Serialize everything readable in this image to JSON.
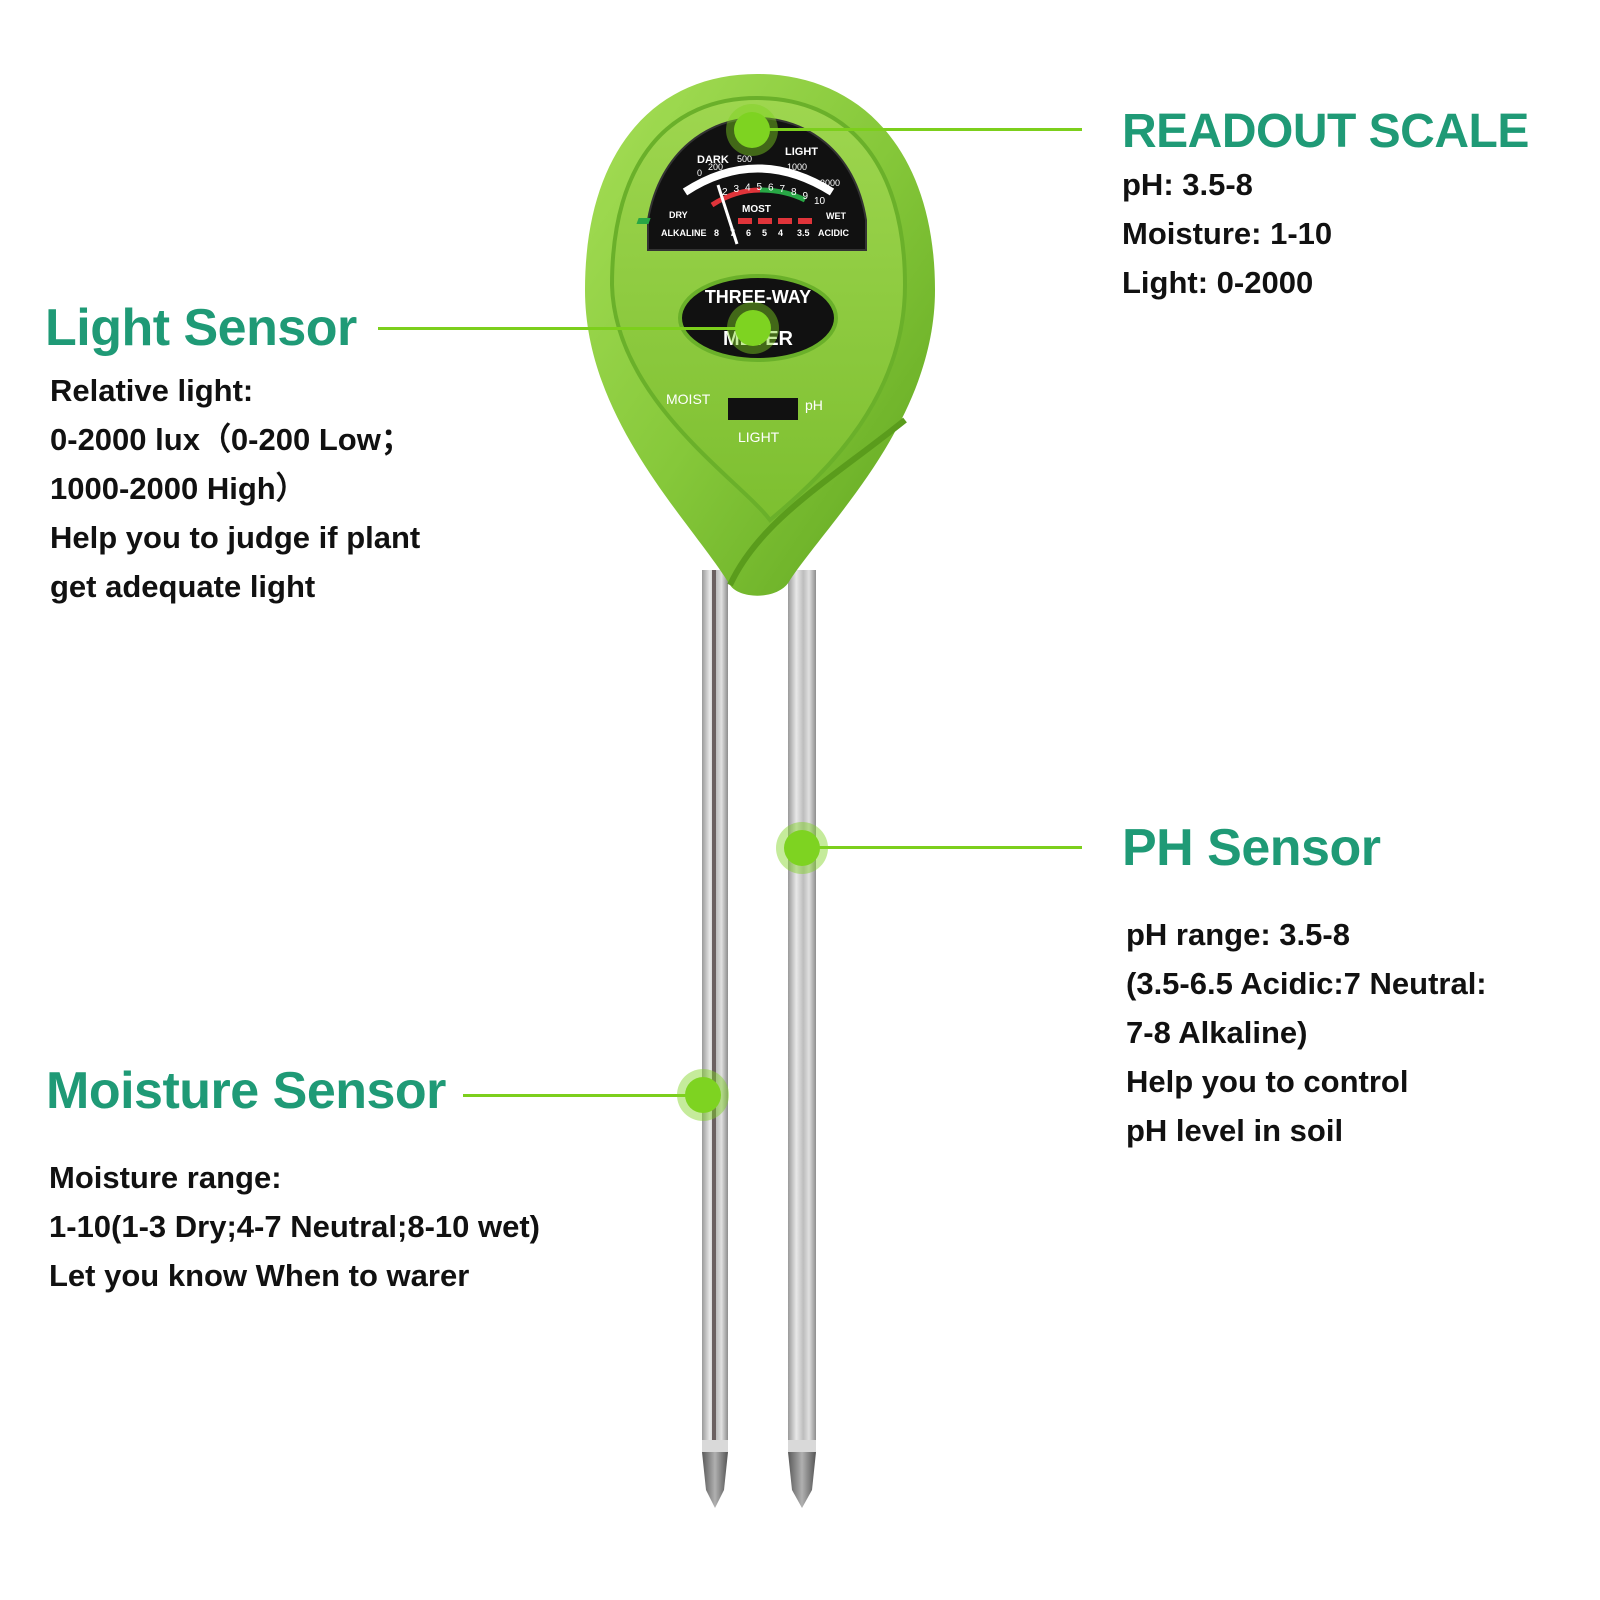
{
  "readout": {
    "title": "READOUT SCALE",
    "lines": [
      "pH: 3.5-8",
      "Moisture: 1-10",
      "Light: 0-2000"
    ]
  },
  "light_sensor": {
    "title": "Light Sensor",
    "lines": [
      "Relative light:",
      "0-2000 lux（0-200 Low；",
      "1000-2000 High）",
      "Help you to judge if plant",
      "get adequate light"
    ]
  },
  "ph_sensor": {
    "title": "PH Sensor",
    "lines": [
      "pH range: 3.5-8",
      "(3.5-6.5 Acidic:7 Neutral:",
      "7-8 Alkaline)",
      "Help you to control",
      "pH level in soil"
    ]
  },
  "moisture_sensor": {
    "title": "Moisture Sensor",
    "lines": [
      "Moisture range:",
      "1-10(1-3 Dry;4-7 Neutral;8-10 wet)",
      "Let you know When to warer"
    ]
  },
  "meter": {
    "dial": {
      "dark": "DARK",
      "light": "LIGHT",
      "light_ticks": [
        "0",
        "200",
        "500",
        "1000",
        "2000"
      ],
      "moist_ticks": [
        "2",
        "3",
        "4",
        "5",
        "6",
        "7",
        "8",
        "9",
        "10"
      ],
      "most": "MOST",
      "dry": "DRY",
      "wet": "WET",
      "alkaline": "ALKALINE",
      "acidic": "ACIDIC",
      "ph_ticks": [
        "8",
        "7",
        "6",
        "5",
        "4",
        "3.5"
      ]
    },
    "badge_top": "THREE-WAY",
    "badge_bottom": "METER",
    "switch": {
      "left": "MOIST",
      "right": "pH",
      "bottom": "LIGHT"
    }
  },
  "colors": {
    "accent_heading": "#1f9a76",
    "callout": "#7ed321",
    "body_green": "#8ccf3c"
  }
}
